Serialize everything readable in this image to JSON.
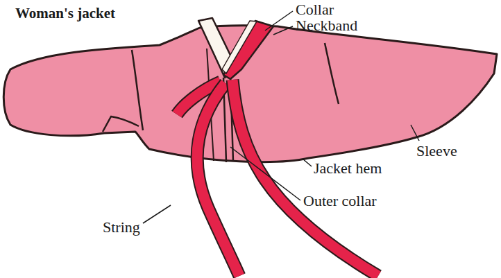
{
  "diagram": {
    "title": "Woman's jacket",
    "labels": [
      "Collar",
      "Neckband",
      "Sleeve",
      "Jacket hem",
      "Outer collar",
      "String"
    ]
  }
}
